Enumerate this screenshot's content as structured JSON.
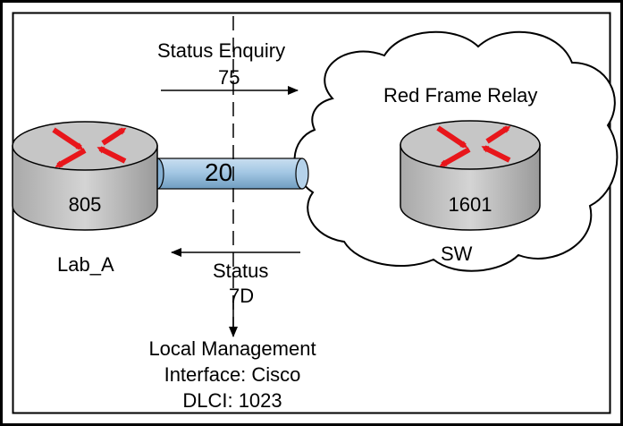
{
  "diagram": {
    "status_enquiry": {
      "label": "Status  Enquiry",
      "code": "75"
    },
    "status": {
      "label": "Status",
      "code": "7D"
    },
    "cloud_label": "Red Frame Relay",
    "link_dlci": "20",
    "router_left": {
      "number": "805",
      "name": "Lab_A"
    },
    "router_right": {
      "number": "1601",
      "name": "SW"
    },
    "lmi": {
      "line1": "Local Management",
      "line2": "Interface: Cisco",
      "line3": "DLCI: 1023"
    },
    "colors": {
      "arrow_red": "#e8161b",
      "router_top": "#c8c8c8",
      "router_side": "#bcbcbc",
      "link_blue": "#9ec5e0",
      "border": "#000000"
    }
  }
}
